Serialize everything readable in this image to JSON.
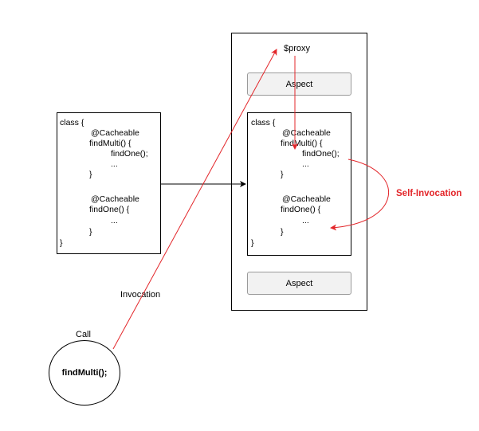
{
  "left_class": {
    "lines": [
      "class {",
      "@Cacheable",
      "findMulti() {",
      "findOne();",
      "...",
      "}",
      "@Cacheable",
      "findOne() {",
      "...",
      "}",
      "}"
    ]
  },
  "proxy_container": {
    "proxy_label": "$proxy",
    "aspect_top": "Aspect",
    "aspect_bottom": "Aspect",
    "inner_class": {
      "lines": [
        "class {",
        "@Cacheable",
        "findMulti() {",
        "findOne();",
        "...",
        "}",
        "@Cacheable",
        "findOne() {",
        "...",
        "}",
        "}"
      ]
    }
  },
  "caller": {
    "call_label": "Call",
    "text": "findMulti();"
  },
  "edges": {
    "invocation_label": "Invocation",
    "self_invocation_label": "Self-Invocation"
  },
  "colors": {
    "arrow_red": "#e3262a",
    "arrow_black": "#000000",
    "aspect_fill": "#f2f2f2"
  }
}
